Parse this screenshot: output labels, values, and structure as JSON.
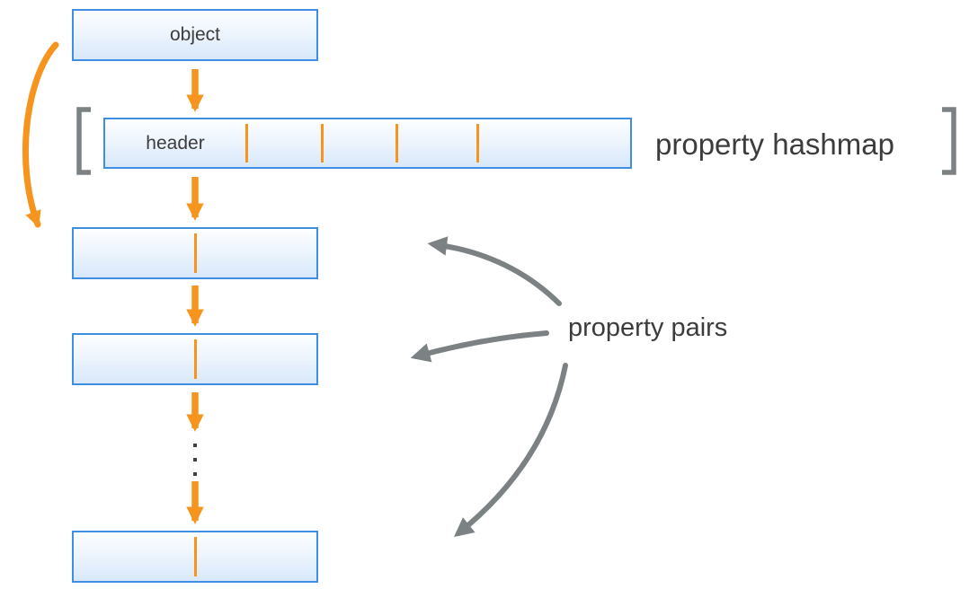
{
  "diagram": {
    "object_box": {
      "label": "object"
    },
    "hashmap": {
      "header_label": "header",
      "caption": "property hashmap",
      "slot_divider_count": 4
    },
    "property_pairs": {
      "caption": "property pairs",
      "box_count": 3,
      "arrow_count": 3
    },
    "ellipsis_dot_count": 3,
    "colors": {
      "accent_orange": "#f7941e",
      "box_border_blue": "#3e8ee3",
      "box_fill_top": "#fdfeff",
      "box_fill_bottom": "#d8e8fa",
      "connector_gray": "#7c8184",
      "text_dark": "#3c3c3c"
    }
  }
}
